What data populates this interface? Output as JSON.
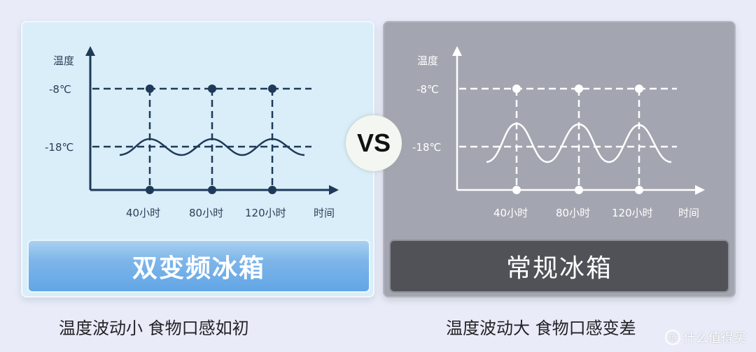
{
  "comparison": {
    "vs_label": "VS",
    "left": {
      "product_name": "双变频冰箱",
      "caption": "温度波动小 食物口感如初",
      "colors": {
        "panel": "#d9eef9",
        "line": "#1e3a58",
        "button": "#62a6e6"
      },
      "chart": {
        "y_axis_label": "温度",
        "x_axis_label": "时间",
        "y_ticks": [
          "-8℃",
          "-18℃"
        ],
        "x_ticks": [
          "40小时",
          "80小时",
          "120小时"
        ]
      }
    },
    "right": {
      "product_name": "常规冰箱",
      "caption": "温度波动大 食物口感变差",
      "colors": {
        "panel": "#a3a6b0",
        "line": "#ffffff",
        "button": "#515257"
      },
      "chart": {
        "y_axis_label": "温度",
        "x_axis_label": "时间",
        "y_ticks": [
          "-8℃",
          "-18℃"
        ],
        "x_ticks": [
          "40小时",
          "80小时",
          "120小时"
        ]
      }
    }
  },
  "watermark": {
    "logo": "值",
    "text": "什么值得买"
  },
  "chart_data": [
    {
      "type": "line",
      "title": "双变频冰箱",
      "xlabel": "时间",
      "ylabel": "温度",
      "x": [
        "40小时",
        "80小时",
        "120小时"
      ],
      "y_ticks": [
        "-8℃",
        "-18℃"
      ],
      "series": [
        {
          "name": "温度波动 (小幅)",
          "description": "small sinusoidal fluctuation around -18℃, peaks slightly above -18℃ at 40/80/120小时",
          "peak_offset": "small",
          "values_relative": [
            -18,
            -18,
            -18
          ]
        }
      ],
      "grid": "dashed reference lines at -8℃ and -18℃ and at each x tick"
    },
    {
      "type": "line",
      "title": "常规冰箱",
      "xlabel": "时间",
      "ylabel": "温度",
      "x": [
        "40小时",
        "80小时",
        "120小时"
      ],
      "y_ticks": [
        "-8℃",
        "-18℃"
      ],
      "series": [
        {
          "name": "温度波动 (大幅)",
          "description": "large sinusoidal fluctuation around -18℃, peaks well above -18℃ (about halfway to -8℃) at 40/80/120小时",
          "peak_offset": "large",
          "values_relative": [
            -13,
            -13,
            -13
          ]
        }
      ],
      "grid": "dashed reference lines at -8℃ and -18℃ and at each x tick"
    }
  ]
}
